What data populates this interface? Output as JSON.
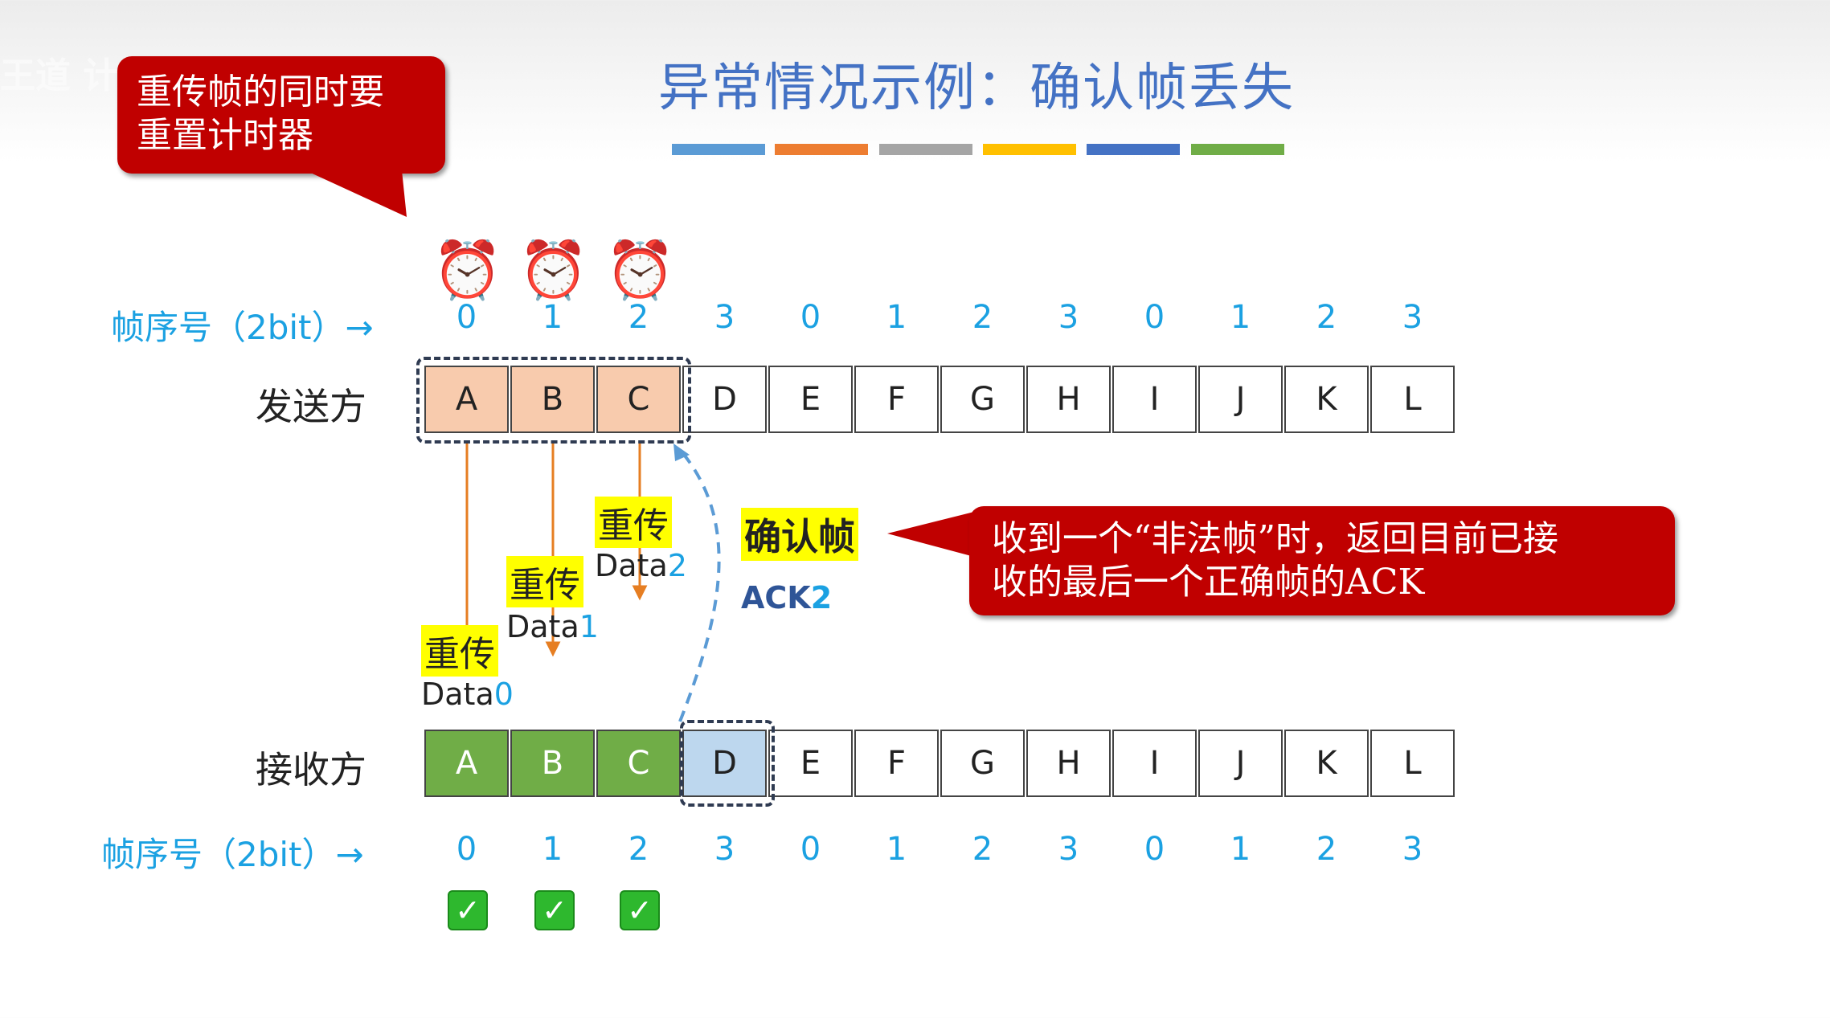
{
  "title": "异常情况示例：确认帧丢失",
  "watermark": "王道 计算机教育 bilibili",
  "color_bars": [
    "#5b9bd5",
    "#ed7d31",
    "#a5a5a5",
    "#ffc000",
    "#4472c4",
    "#70ad47"
  ],
  "sender": {
    "label": "发送方",
    "seq_label": "帧序号（2bit）→",
    "seq": [
      "0",
      "1",
      "2",
      "3",
      "0",
      "1",
      "2",
      "3",
      "0",
      "1",
      "2",
      "3"
    ],
    "frames": [
      "A",
      "B",
      "C",
      "D",
      "E",
      "F",
      "G",
      "H",
      "I",
      "J",
      "K",
      "L"
    ],
    "timer_icons": [
      "alarm-clock-icon",
      "alarm-clock-icon",
      "alarm-clock-icon"
    ]
  },
  "receiver": {
    "label": "接收方",
    "seq_label": "帧序号（2bit）→",
    "seq": [
      "0",
      "1",
      "2",
      "3",
      "0",
      "1",
      "2",
      "3",
      "0",
      "1",
      "2",
      "3"
    ],
    "frames": [
      "A",
      "B",
      "C",
      "D",
      "E",
      "F",
      "G",
      "H",
      "I",
      "J",
      "K",
      "L"
    ],
    "checks": [
      "✓",
      "✓",
      "✓"
    ]
  },
  "retransmits": [
    {
      "tag": "重传",
      "data": "Data",
      "num": "0"
    },
    {
      "tag": "重传",
      "data": "Data",
      "num": "1"
    },
    {
      "tag": "重传",
      "data": "Data",
      "num": "2"
    }
  ],
  "ack": {
    "heading": "确认帧",
    "text": "ACK",
    "num": "2"
  },
  "callout_top": "重传帧的同时要\n重置计时器",
  "callout_right": "收到一个“非法帧”时，返回目前已接\n收的最后一个正确帧的ACK"
}
